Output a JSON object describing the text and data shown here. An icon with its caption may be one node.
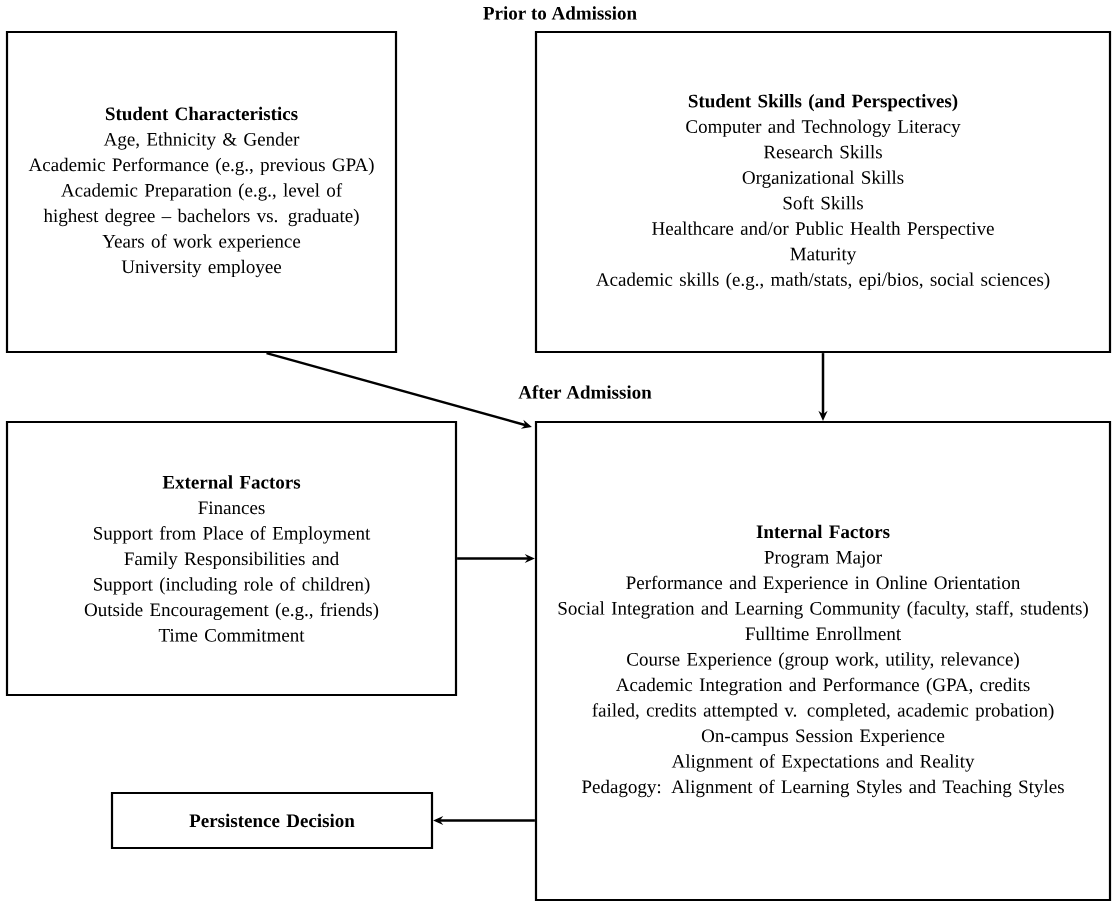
{
  "diagram": {
    "title": "Prior to Admission",
    "nodes": [
      {
        "text": [
          "Student Characteristics",
          "Age, Ethnicity & Gender",
          "Academic Performance (e.g., previous GPA)",
          "Academic Preparation (e.g., level of highest degree – bachelors vs. graduate)",
          "Years of work experience",
          "University employee"
        ]
      },
      {
        "text": [
          "Student Skills (and Perspectives)",
          "Computer and Technology Literacy",
          "Research Skills",
          "Organizational Skills",
          "Soft Skills",
          "Healthcare and/or Public Health Perspective",
          "Maturity",
          "Academic skills (e.g., math/stats, epi/bios, social sciences)"
        ]
      },
      {
        "text": [
          "External Factors",
          "Finances",
          "Support from Place of Employment",
          "Family Responsibilities and Support (including role of children)",
          "Outside Encouragement (e.g., friends)",
          "Time Commitment"
        ]
      },
      {
        "text": [
          "Internal Factors",
          "Program Major",
          "Performance and Experience in Online Orientation",
          "Social Integration and Learning Community (faculty, staff, students)",
          "Fulltime Enrollment",
          "Course Experience (group work, utility, relevance)",
          "Academic Integration and Performance (GPA, credits failed, credits attempted v. completed, academic probation)",
          "On-campus Session Experience",
          "Alignment of Expectations and Reality",
          "Pedagogy: Alignment of Learning Styles and Teaching Styles"
        ]
      },
      {
        "text": [
          "Persistence Decision"
        ]
      }
    ],
    "edges": [
      {
        "from": 0,
        "to": 3,
        "arrow": "to"
      },
      {
        "from": 1,
        "to": 3,
        "arrow": "to"
      },
      {
        "from": 2,
        "to": 3,
        "arrow": "to"
      },
      {
        "from": 3,
        "to": 4,
        "arrow": "to"
      }
    ],
    "labels": [
      "After Admission"
    ]
  }
}
